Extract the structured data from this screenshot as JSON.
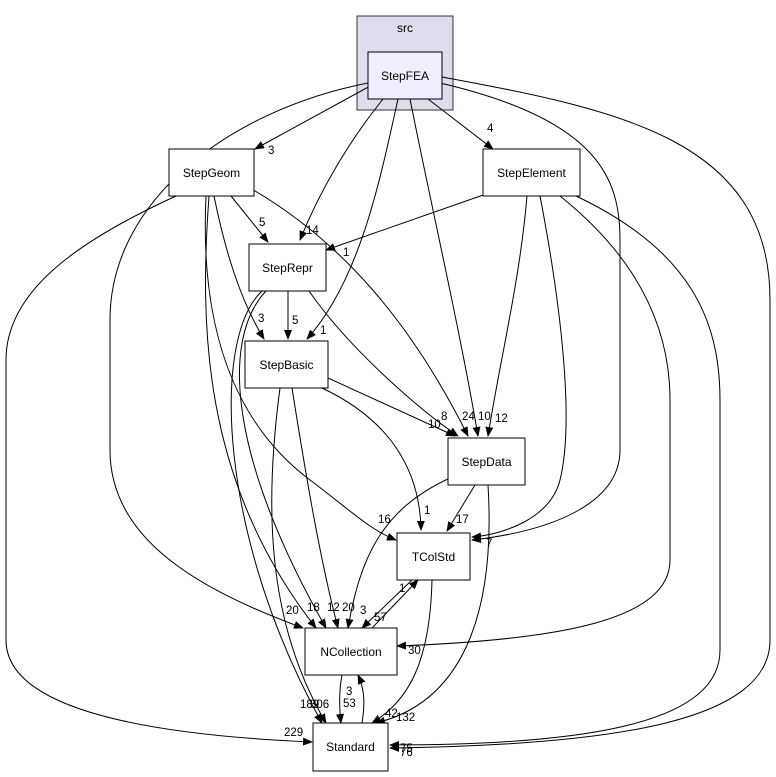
{
  "colors": {
    "cluster_fill": "#ddddee",
    "cluster_stroke": "#333333",
    "main_fill": "#eeeeff",
    "node_fill": "#ffffff",
    "stroke": "#000000"
  },
  "cluster": {
    "label": "src"
  },
  "nodes": {
    "StepFEA": "StepFEA",
    "StepGeom": "StepGeom",
    "StepElement": "StepElement",
    "StepRepr": "StepRepr",
    "StepBasic": "StepBasic",
    "StepData": "StepData",
    "TColStd": "TColStd",
    "NCollection": "NCollection",
    "Standard": "Standard"
  },
  "edge_labels": {
    "fea_geom": "3",
    "fea_element": "4",
    "fea_repr": "14",
    "fea_basic": "1",
    "fea_data": "24",
    "fea_tcol": "7",
    "fea_ncol": "20",
    "fea_std": "76",
    "geom_repr": "5",
    "geom_basic": "3",
    "geom_data": "10",
    "geom_tcol": "16",
    "geom_ncol": "18",
    "geom_std": "229",
    "element_repr": "1",
    "element_data": "12",
    "element_tcol": "17",
    "element_ncol": "30",
    "element_std": "75",
    "repr_basic": "5",
    "repr_data": "8",
    "repr_ncol": "12",
    "repr_std": "189",
    "basic_data": "10",
    "basic_tcol": "1",
    "basic_ncol": "20",
    "basic_std": "306",
    "data_ncol": "3",
    "data_std": "42",
    "tcol_ncol": "57",
    "tcol_std": "132",
    "ncol_tcol": "1",
    "ncol_std": "53",
    "std_ncol": "3"
  }
}
